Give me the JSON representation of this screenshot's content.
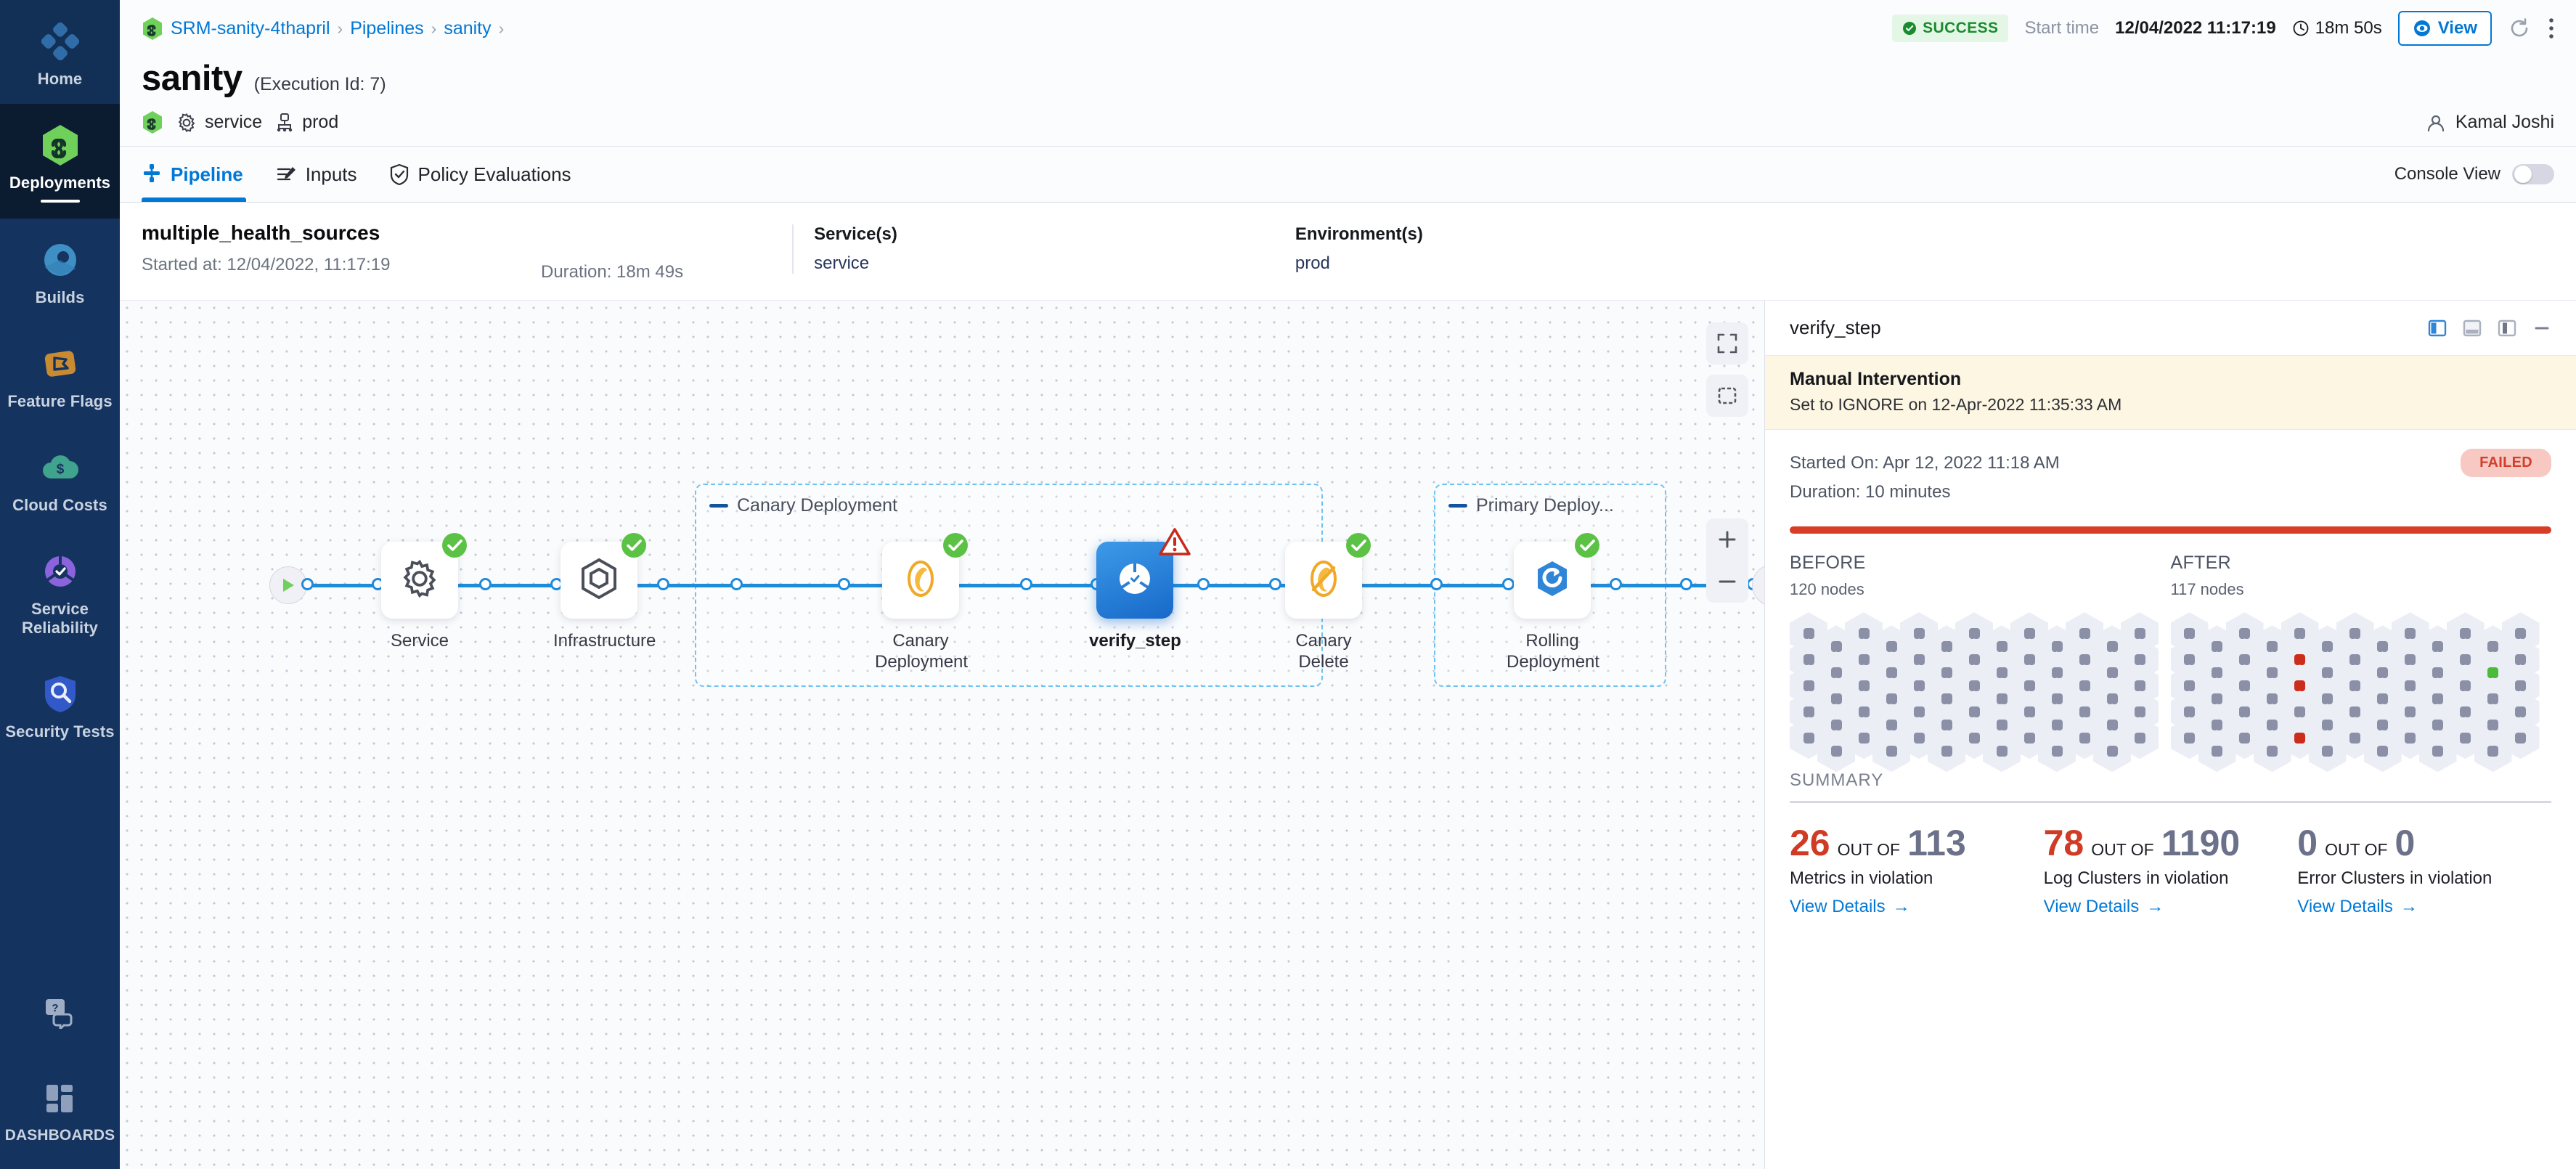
{
  "sidebar": {
    "items": [
      {
        "label": "Home",
        "icon": "home-modules-icon",
        "state": "hover"
      },
      {
        "label": "Deployments",
        "icon": "deployments-infinity-icon",
        "state": "active"
      },
      {
        "label": "Builds",
        "icon": "builds-icon",
        "state": "normal"
      },
      {
        "label": "Feature Flags",
        "icon": "feature-flags-icon",
        "state": "normal"
      },
      {
        "label": "Cloud Costs",
        "icon": "cloud-costs-icon",
        "state": "normal"
      },
      {
        "label": "Service Reliability",
        "icon": "service-reliability-icon",
        "state": "normal"
      },
      {
        "label": "Security Tests",
        "icon": "security-shield-icon",
        "state": "normal"
      },
      {
        "label": "",
        "icon": "help-chat-icon",
        "state": "normal"
      },
      {
        "label": "DASHBOARDS",
        "icon": "dashboards-icon",
        "state": "normal"
      }
    ]
  },
  "topbar": {
    "breadcrumbs": [
      {
        "label": "SRM-sanity-4thapril",
        "icon": "project-infinity-icon"
      },
      {
        "label": "Pipelines"
      },
      {
        "label": "sanity"
      }
    ],
    "separator": "›",
    "status": "SUCCESS",
    "start_time_label": "Start time",
    "start_time_value": "12/04/2022 11:17:19",
    "duration": "18m 50s",
    "view_button": "View",
    "refresh_icon": "refresh-icon",
    "more_icon": "more-vertical-icon"
  },
  "title": {
    "name": "sanity",
    "execution_id": "(Execution Id: 7)",
    "chips": [
      {
        "label": "service",
        "icon": "gear-icon"
      },
      {
        "label": "prod",
        "icon": "environment-icon"
      }
    ],
    "user": "Kamal Joshi",
    "user_icon": "user-avatar-icon"
  },
  "tabs": {
    "items": [
      {
        "label": "Pipeline",
        "icon": "pipeline-icon",
        "active": true
      },
      {
        "label": "Inputs",
        "icon": "inputs-icon",
        "active": false
      },
      {
        "label": "Policy Evaluations",
        "icon": "policy-shield-icon",
        "active": false
      }
    ],
    "console_view_label": "Console View",
    "console_view_on": false
  },
  "stage": {
    "name": "multiple_health_sources",
    "started_at": "Started at: 12/04/2022, 11:17:19",
    "duration": "Duration: 18m 49s",
    "services_head": "Service(s)",
    "services_value": "service",
    "environments_head": "Environment(s)",
    "environments_value": "prod"
  },
  "graph": {
    "start_icon": "play-icon",
    "end_icon": "stop-icon",
    "zoom_in": "+",
    "zoom_out": "−",
    "fullscreen_icon": "fullscreen-icon",
    "fit_icon": "fit-to-screen-icon",
    "groups": [
      {
        "label": "Canary Deployment"
      },
      {
        "label": "Primary Deploy..."
      }
    ],
    "nodes": [
      {
        "label": "Service",
        "icon": "gear-icon",
        "status": "success"
      },
      {
        "label": "Infrastructure",
        "icon": "hexagon-icon",
        "status": "success"
      },
      {
        "label": "Canary Deployment",
        "icon": "canary-bird-icon",
        "status": "success"
      },
      {
        "label": "verify_step",
        "icon": "verify-icon",
        "status": "warning",
        "selected": true
      },
      {
        "label": "Canary Delete",
        "icon": "canary-delete-icon",
        "status": "success"
      },
      {
        "label": "Rolling Deployment",
        "icon": "rolling-icon",
        "status": "success"
      }
    ]
  },
  "panel": {
    "title": "verify_step",
    "layout_icons": [
      "panel-left-icon",
      "panel-bottom-icon",
      "panel-right-icon",
      "minimize-icon"
    ],
    "banner_title": "Manual Intervention",
    "banner_subtitle": "Set to IGNORE on 12-Apr-2022 11:35:33 AM",
    "started_on": "Started On: Apr 12, 2022 11:18 AM",
    "duration": "Duration: 10 minutes",
    "status": "FAILED",
    "before": {
      "title": "BEFORE",
      "nodes": "120 nodes"
    },
    "after": {
      "title": "AFTER",
      "nodes": "117 nodes"
    },
    "summary_header": "SUMMARY",
    "summary": [
      {
        "value": "26",
        "value_color": "red",
        "out_of_label": "OUT OF",
        "total": "113",
        "label": "Metrics in violation",
        "link": "View Details"
      },
      {
        "value": "78",
        "value_color": "red",
        "out_of_label": "OUT OF",
        "total": "1190",
        "label": "Log Clusters in violation",
        "link": "View Details"
      },
      {
        "value": "0",
        "value_color": "gray",
        "out_of_label": "OUT OF",
        "total": "0",
        "label": "Error Clusters in violation",
        "link": "View Details"
      }
    ],
    "link_arrow": "→"
  },
  "colors": {
    "accent": "#0278d5",
    "success": "#4bbb3a",
    "failed": "#d03b25",
    "sidebar": "#15335f"
  }
}
